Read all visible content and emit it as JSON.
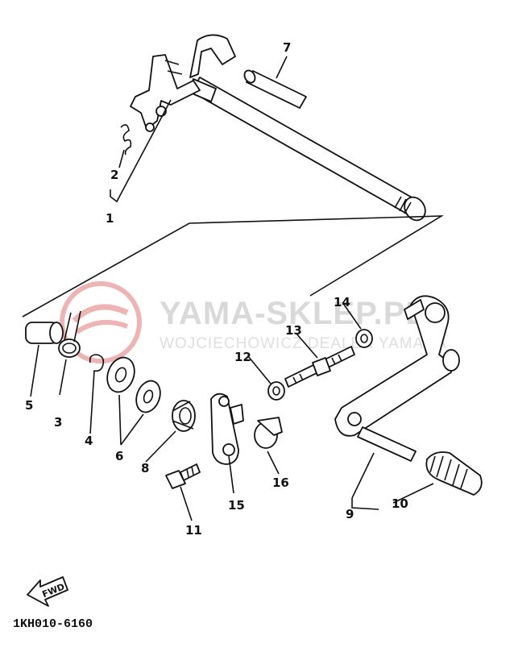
{
  "watermark": {
    "title": "YAMA-SKLEP.PL",
    "subtitle": "WOJCIECHOWICZ DEALER YAMAHA",
    "logo_color": "#e8a0a0"
  },
  "diagram_code": "1KH010-6160",
  "fwd_label": "FWD",
  "callouts": {
    "c1": "1",
    "c2": "2",
    "c3": "3",
    "c4": "4",
    "c5": "5",
    "c6": "6",
    "c7": "7",
    "c8": "8",
    "c9": "9",
    "c10": "10",
    "c11": "11",
    "c12": "12",
    "c13": "13",
    "c14": "14",
    "c15": "15",
    "c16": "16"
  }
}
